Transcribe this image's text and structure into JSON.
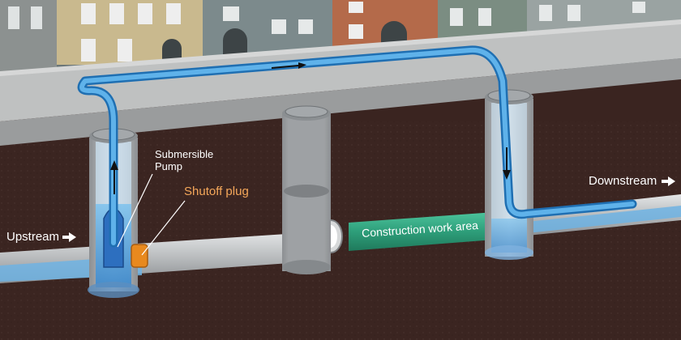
{
  "labels": {
    "submersible_pump": "Submersible\nPump",
    "shutoff_plug": "Shutoff plug",
    "upstream": "Upstream",
    "downstream": "Downstream",
    "construction_work_area": "Construction work area"
  },
  "icons": {
    "upstream_arrow": "arrow-right-icon",
    "downstream_arrow": "arrow-right-icon",
    "flow_arrow": "arrow-right-icon"
  },
  "colors": {
    "bypass_pipe": "#3a9ad9",
    "work_area": "#2e9e7a",
    "shutoff_plug": "#e8891e",
    "soil": "#3a2420",
    "road": "#bfc1c1"
  }
}
